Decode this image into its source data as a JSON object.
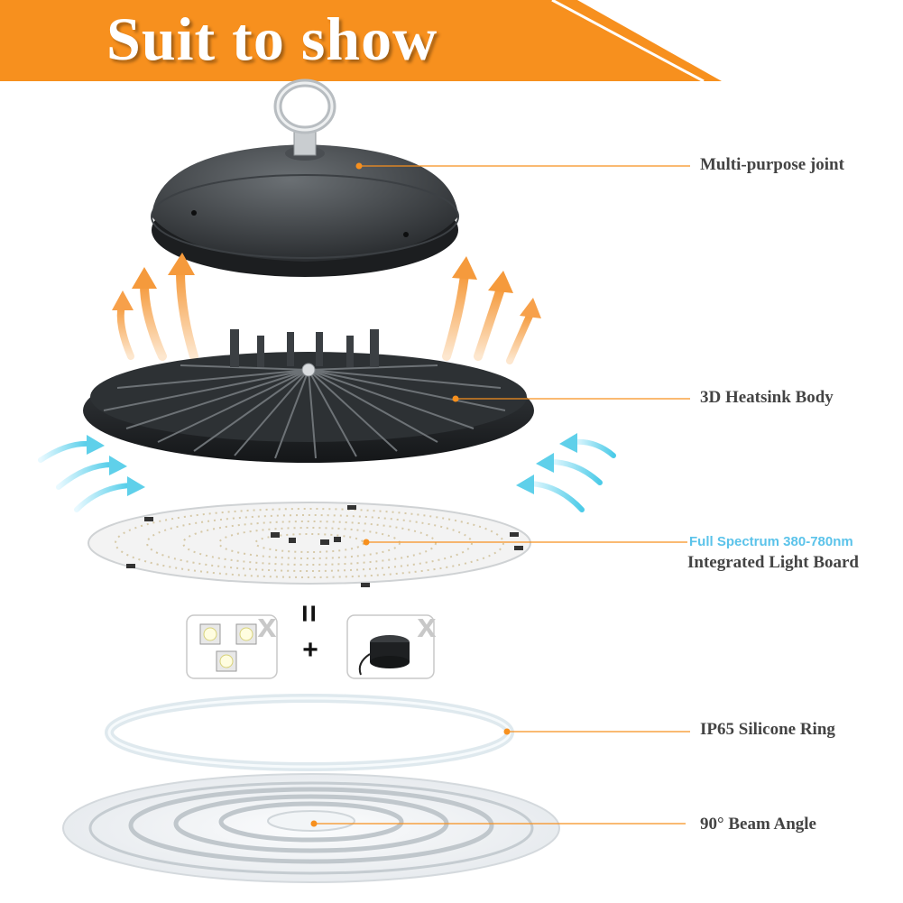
{
  "banner": {
    "title": "Suit to show",
    "color": "#f7901e"
  },
  "labels": {
    "joint": "Multi-purpose joint",
    "heatsink": "3D Heatsink Body",
    "spectrum": "Full Spectrum 380-780nm",
    "board": "Integrated Light Board",
    "ring": "IP65 Silicone Ring",
    "beam": "90° Beam Angle"
  },
  "equation": {
    "equals": "=",
    "plus": "+",
    "not_a": "x",
    "not_b": "x"
  },
  "colors": {
    "accent": "#f7901e",
    "hot_arrow": "#f7a04a",
    "cool_arrow": "#5fd0ea",
    "label_text": "#444444",
    "spectrum_text": "#5bc3ea"
  },
  "icons": [
    "hanging-ring-icon",
    "hot-air-arrow-icon",
    "cool-air-arrow-icon",
    "cob-led-chip-icon",
    "led-driver-icon"
  ]
}
